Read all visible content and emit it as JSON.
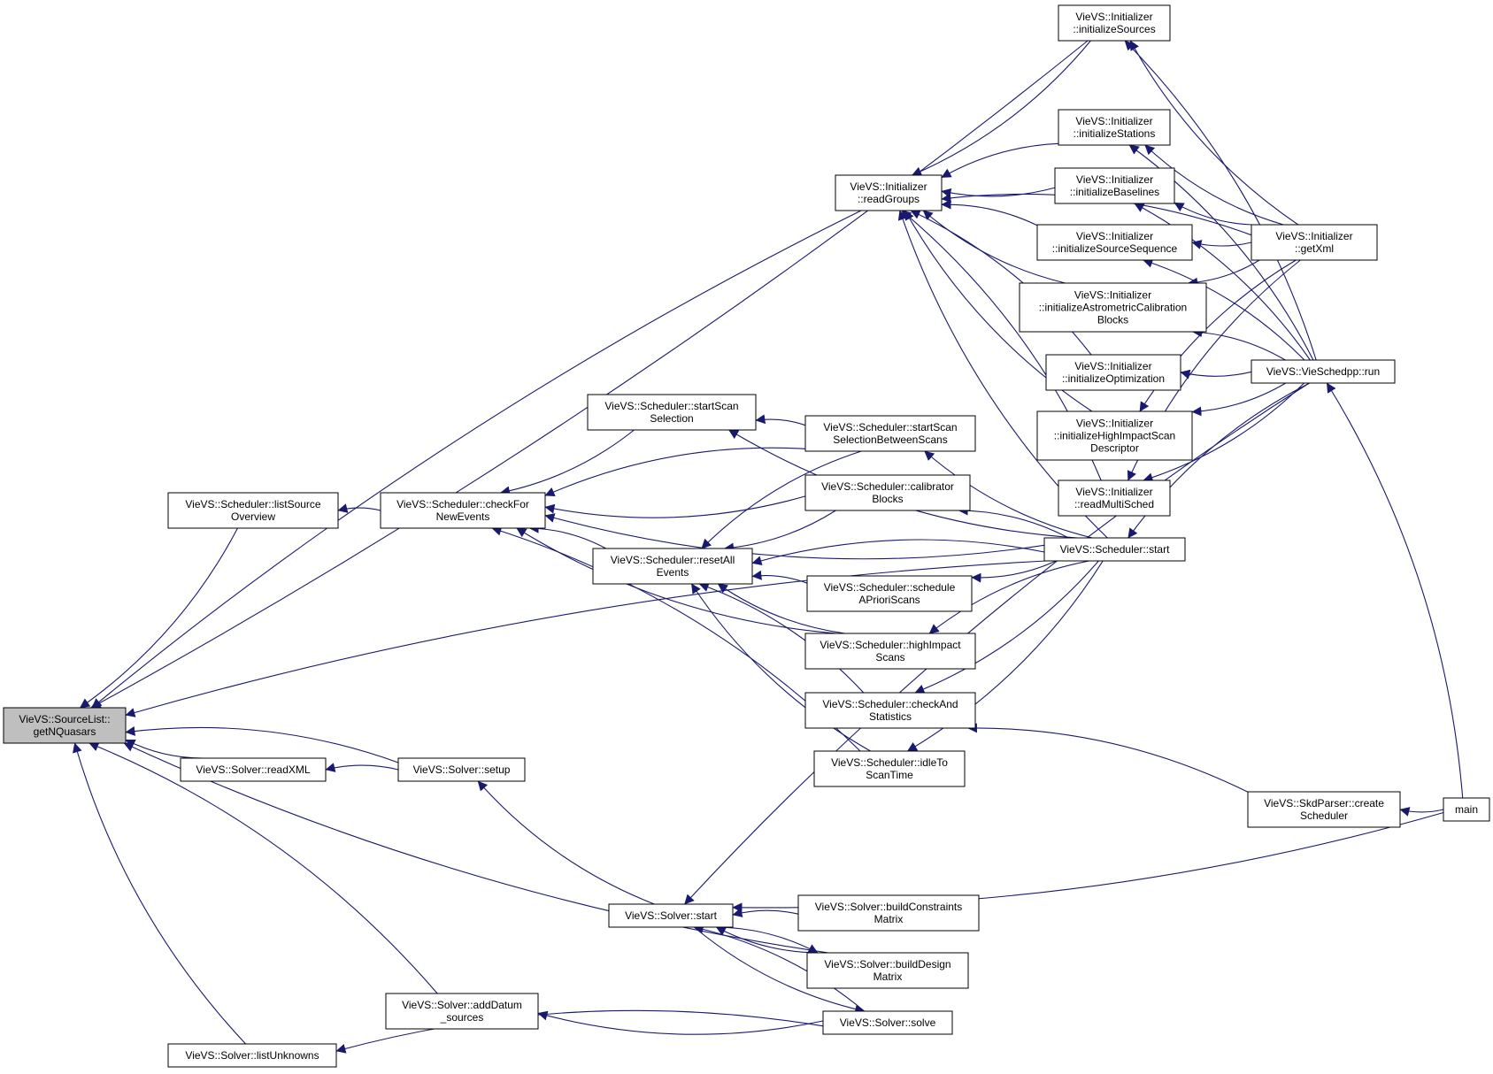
{
  "colors": {
    "edge": "#191970",
    "node_border": "#000000",
    "root_fill": "#bfbfbf",
    "node_fill": "#ffffff"
  },
  "nodes": [
    {
      "id": "getNQuasars",
      "lines": [
        "VieVS::SourceList::",
        "getNQuasars"
      ],
      "root": true
    },
    {
      "id": "listSourceOverview",
      "lines": [
        "VieVS::Scheduler::listSource",
        "Overview"
      ]
    },
    {
      "id": "checkForNewEvents",
      "lines": [
        "VieVS::Scheduler::checkFor",
        "NewEvents"
      ]
    },
    {
      "id": "startScanSelection",
      "lines": [
        "VieVS::Scheduler::startScan",
        "Selection"
      ]
    },
    {
      "id": "resetAllEvents",
      "lines": [
        "VieVS::Scheduler::resetAll",
        "Events"
      ]
    },
    {
      "id": "startScanSelectionBetween",
      "lines": [
        "VieVS::Scheduler::startScan",
        "SelectionBetweenScans"
      ]
    },
    {
      "id": "calibratorBlocks",
      "lines": [
        "VieVS::Scheduler::calibrator",
        "Blocks"
      ]
    },
    {
      "id": "scheduleAPrioriScans",
      "lines": [
        "VieVS::Scheduler::schedule",
        "APrioriScans"
      ]
    },
    {
      "id": "highImpactScans",
      "lines": [
        "VieVS::Scheduler::highImpact",
        "Scans"
      ]
    },
    {
      "id": "checkAndStatistics",
      "lines": [
        "VieVS::Scheduler::checkAnd",
        "Statistics"
      ]
    },
    {
      "id": "idleToScanTime",
      "lines": [
        "VieVS::Scheduler::idleTo",
        "ScanTime"
      ]
    },
    {
      "id": "schedulerStart",
      "lines": [
        "VieVS::Scheduler::start"
      ]
    },
    {
      "id": "readGroups",
      "lines": [
        "VieVS::Initializer",
        "::readGroups"
      ]
    },
    {
      "id": "initializeSources",
      "lines": [
        "VieVS::Initializer",
        "::initializeSources"
      ]
    },
    {
      "id": "initializeStations",
      "lines": [
        "VieVS::Initializer",
        "::initializeStations"
      ]
    },
    {
      "id": "initializeBaselines",
      "lines": [
        "VieVS::Initializer",
        "::initializeBaselines"
      ]
    },
    {
      "id": "initializeSourceSequence",
      "lines": [
        "VieVS::Initializer",
        "::initializeSourceSequence"
      ]
    },
    {
      "id": "initializeAstrometric",
      "lines": [
        "VieVS::Initializer",
        "::initializeAstrometricCalibration",
        "Blocks"
      ]
    },
    {
      "id": "initializeOptimization",
      "lines": [
        "VieVS::Initializer",
        "::initializeOptimization"
      ]
    },
    {
      "id": "initializeHighImpact",
      "lines": [
        "VieVS::Initializer",
        "::initializeHighImpactScan",
        "Descriptor"
      ]
    },
    {
      "id": "readMultiSched",
      "lines": [
        "VieVS::Initializer",
        "::readMultiSched"
      ]
    },
    {
      "id": "getXml",
      "lines": [
        "VieVS::Initializer",
        "::getXml"
      ]
    },
    {
      "id": "vieschedppRun",
      "lines": [
        "VieVS::VieSchedpp::run"
      ]
    },
    {
      "id": "createScheduler",
      "lines": [
        "VieVS::SkdParser::create",
        "Scheduler"
      ]
    },
    {
      "id": "main",
      "lines": [
        "main"
      ]
    },
    {
      "id": "readXML",
      "lines": [
        "VieVS::Solver::readXML"
      ]
    },
    {
      "id": "solverSetup",
      "lines": [
        "VieVS::Solver::setup"
      ]
    },
    {
      "id": "solverStart",
      "lines": [
        "VieVS::Solver::start"
      ]
    },
    {
      "id": "buildConstraintsMatrix",
      "lines": [
        "VieVS::Solver::buildConstraints",
        "Matrix"
      ]
    },
    {
      "id": "buildDesignMatrix",
      "lines": [
        "VieVS::Solver::buildDesign",
        "Matrix"
      ]
    },
    {
      "id": "solverSolve",
      "lines": [
        "VieVS::Solver::solve"
      ]
    },
    {
      "id": "addDatumSources",
      "lines": [
        "VieVS::Solver::addDatum",
        "_sources"
      ]
    },
    {
      "id": "listUnknowns",
      "lines": [
        "VieVS::Solver::listUnknowns"
      ]
    }
  ],
  "edges": [
    [
      "listSourceOverview",
      "getNQuasars"
    ],
    [
      "readGroups",
      "getNQuasars"
    ],
    [
      "initializeSources",
      "getNQuasars"
    ],
    [
      "schedulerStart",
      "getNQuasars"
    ],
    [
      "readXML",
      "getNQuasars"
    ],
    [
      "solverSetup",
      "getNQuasars"
    ],
    [
      "buildDesignMatrix",
      "getNQuasars"
    ],
    [
      "addDatumSources",
      "getNQuasars"
    ],
    [
      "listUnknowns",
      "getNQuasars"
    ],
    [
      "checkForNewEvents",
      "listSourceOverview"
    ],
    [
      "startScanSelection",
      "checkForNewEvents"
    ],
    [
      "startScanSelectionBetween",
      "checkForNewEvents"
    ],
    [
      "calibratorBlocks",
      "checkForNewEvents"
    ],
    [
      "resetAllEvents",
      "checkForNewEvents"
    ],
    [
      "highImpactScans",
      "checkForNewEvents"
    ],
    [
      "idleToScanTime",
      "checkForNewEvents"
    ],
    [
      "schedulerStart",
      "checkForNewEvents"
    ],
    [
      "startScanSelectionBetween",
      "startScanSelection"
    ],
    [
      "schedulerStart",
      "startScanSelection"
    ],
    [
      "startScanSelectionBetween",
      "resetAllEvents"
    ],
    [
      "calibratorBlocks",
      "resetAllEvents"
    ],
    [
      "scheduleAPrioriScans",
      "resetAllEvents"
    ],
    [
      "highImpactScans",
      "resetAllEvents"
    ],
    [
      "checkAndStatistics",
      "resetAllEvents"
    ],
    [
      "idleToScanTime",
      "resetAllEvents"
    ],
    [
      "schedulerStart",
      "resetAllEvents"
    ],
    [
      "schedulerStart",
      "startScanSelectionBetween"
    ],
    [
      "schedulerStart",
      "calibratorBlocks"
    ],
    [
      "schedulerStart",
      "scheduleAPrioriScans"
    ],
    [
      "schedulerStart",
      "highImpactScans"
    ],
    [
      "schedulerStart",
      "checkAndStatistics"
    ],
    [
      "createScheduler",
      "checkAndStatistics"
    ],
    [
      "schedulerStart",
      "idleToScanTime"
    ],
    [
      "vieschedppRun",
      "schedulerStart"
    ],
    [
      "initializeSources",
      "readGroups"
    ],
    [
      "initializeStations",
      "readGroups"
    ],
    [
      "initializeBaselines",
      "readGroups"
    ],
    [
      "initializeSourceSequence",
      "readGroups"
    ],
    [
      "initializeAstrometric",
      "readGroups"
    ],
    [
      "initializeOptimization",
      "readGroups"
    ],
    [
      "initializeHighImpact",
      "readGroups"
    ],
    [
      "readMultiSched",
      "readGroups"
    ],
    [
      "schedulerStart",
      "readGroups"
    ],
    [
      "getXml",
      "readGroups"
    ],
    [
      "getXml",
      "initializeSources"
    ],
    [
      "vieschedppRun",
      "initializeSources"
    ],
    [
      "getXml",
      "initializeStations"
    ],
    [
      "vieschedppRun",
      "initializeStations"
    ],
    [
      "getXml",
      "initializeBaselines"
    ],
    [
      "vieschedppRun",
      "initializeBaselines"
    ],
    [
      "getXml",
      "initializeSourceSequence"
    ],
    [
      "vieschedppRun",
      "initializeSourceSequence"
    ],
    [
      "getXml",
      "initializeAstrometric"
    ],
    [
      "vieschedppRun",
      "initializeAstrometric"
    ],
    [
      "vieschedppRun",
      "initializeOptimization"
    ],
    [
      "getXml",
      "initializeHighImpact"
    ],
    [
      "vieschedppRun",
      "initializeHighImpact"
    ],
    [
      "getXml",
      "readMultiSched"
    ],
    [
      "vieschedppRun",
      "readMultiSched"
    ],
    [
      "main",
      "vieschedppRun"
    ],
    [
      "main",
      "createScheduler"
    ],
    [
      "solverSetup",
      "readXML"
    ],
    [
      "solverStart",
      "solverSetup"
    ],
    [
      "vieschedppRun",
      "solverStart"
    ],
    [
      "main",
      "solverStart"
    ],
    [
      "buildConstraintsMatrix",
      "solverStart"
    ],
    [
      "buildDesignMatrix",
      "solverStart"
    ],
    [
      "solverSolve",
      "solverStart"
    ],
    [
      "solverStart",
      "buildDesignMatrix"
    ],
    [
      "solverStart",
      "solverSolve"
    ],
    [
      "solverSolve",
      "addDatumSources"
    ],
    [
      "solverSolve",
      "listUnknowns"
    ]
  ]
}
